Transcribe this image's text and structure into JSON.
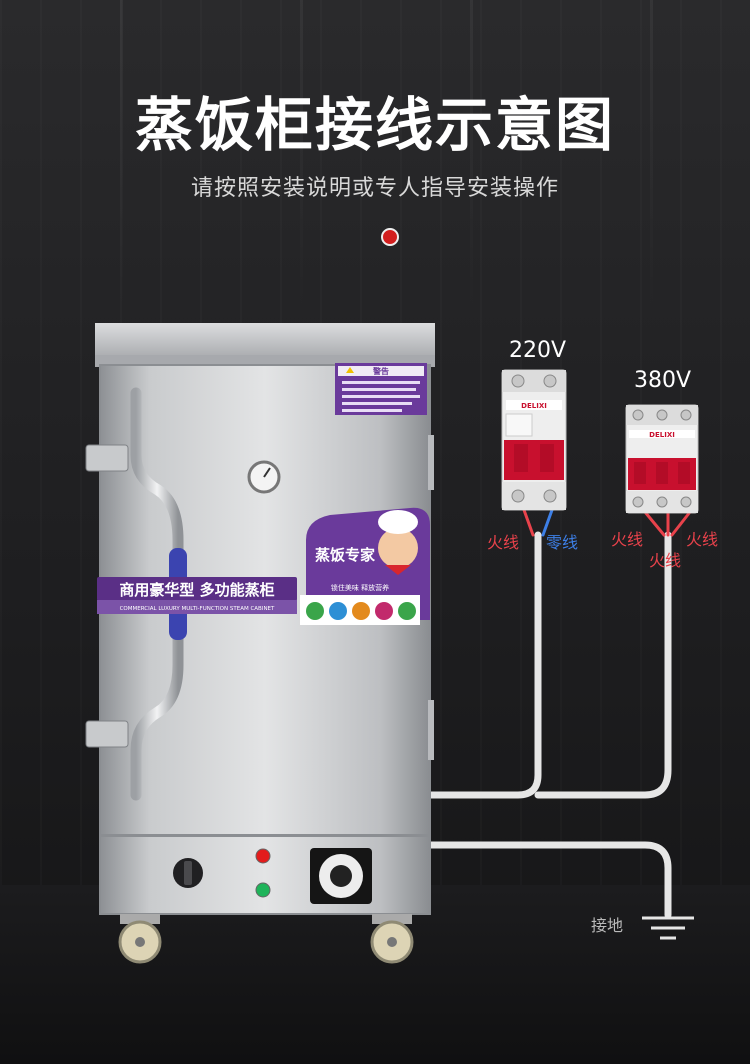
{
  "header": {
    "title": "蒸饭柜接线示意图",
    "subtitle": "请按照安装说明或专人指导安装操作"
  },
  "cabinet": {
    "banner_cn": "商用豪华型 多功能蒸柜",
    "banner_en": "COMMERCIAL LUXURY MULTI-FUNCTION STEAM CABINET",
    "warning_title": "警告",
    "brand_logo_text": "蒸饭专家",
    "brand_slogan": "锁住美味 释放营养"
  },
  "breakers": [
    {
      "voltage": "220V",
      "brand": "DELIXI",
      "poles": 2
    },
    {
      "voltage": "380V",
      "brand": "DELIXI",
      "poles": 3
    }
  ],
  "wires": {
    "live": "火线",
    "neutral": "零线",
    "ground": "接地"
  },
  "colors": {
    "live": "#e8424b",
    "neutral": "#3d7fe6",
    "accent": "#6a3a9b",
    "breaker_red": "#c8102e"
  }
}
